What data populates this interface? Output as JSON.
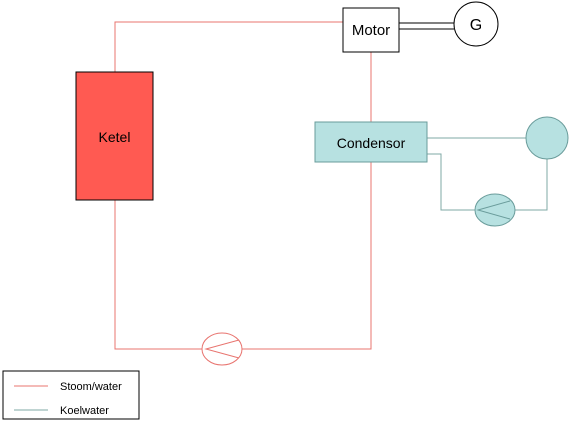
{
  "nodes": {
    "ketel": "Ketel",
    "motor": "Motor",
    "generator": "G",
    "condensor": "Condensor"
  },
  "legend": {
    "items": [
      {
        "label": "Stoom/water",
        "color": "#e8746f"
      },
      {
        "label": "Koelwater",
        "color": "#7fa8a6"
      }
    ]
  },
  "colors": {
    "steam": "#e8746f",
    "cooling": "#7fa8a6",
    "ketel_fill": "#ff5a52",
    "condensor_fill": "#b7e1e1",
    "cooling_component_fill": "#b7e1e1"
  }
}
